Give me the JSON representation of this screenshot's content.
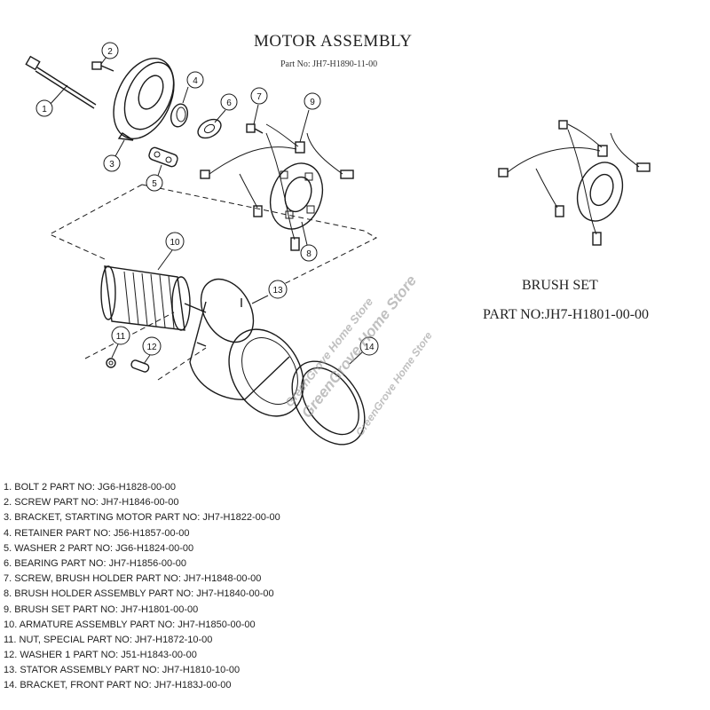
{
  "header": {
    "title": "MOTOR ASSEMBLY",
    "part_no": "Part No:   JH7-H1890-11-00"
  },
  "brush_set": {
    "title": "BRUSH SET",
    "part_no": "PART NO:JH7-H1801-00-00"
  },
  "callouts": [
    "1",
    "2",
    "3",
    "4",
    "5",
    "6",
    "7",
    "8",
    "9",
    "10",
    "11",
    "12",
    "13",
    "14"
  ],
  "watermarks": [
    "GreenGrove Home Store",
    "GreenGrove Home Store",
    "GreenGrove Home Store"
  ],
  "parts": [
    "1. BOLT 2 PART NO: JG6-H1828-00-00",
    "2. SCREW PART NO: JH7-H1846-00-00",
    "3. BRACKET, STARTING MOTOR PART NO: JH7-H1822-00-00",
    "4. RETAINER PART NO: J56-H1857-00-00",
    "5. WASHER 2 PART NO: JG6-H1824-00-00",
    "6. BEARING PART NO: JH7-H1856-00-00",
    "7. SCREW, BRUSH HOLDER PART NO: JH7-H1848-00-00",
    "8. BRUSH HOLDER ASSEMBLY PART NO: JH7-H1840-00-00",
    "9. BRUSH SET PART NO: JH7-H1801-00-00",
    "10. ARMATURE ASSEMBLY PART NO: JH7-H1850-00-00",
    "11. NUT, SPECIAL PART NO: JH7-H1872-10-00",
    "12. WASHER 1 PART NO: J51-H1843-00-00",
    "13. STATOR ASSEMBLY PART NO: JH7-H1810-10-00",
    "14. BRACKET, FRONT PART NO: JH7-H183J-00-00"
  ]
}
